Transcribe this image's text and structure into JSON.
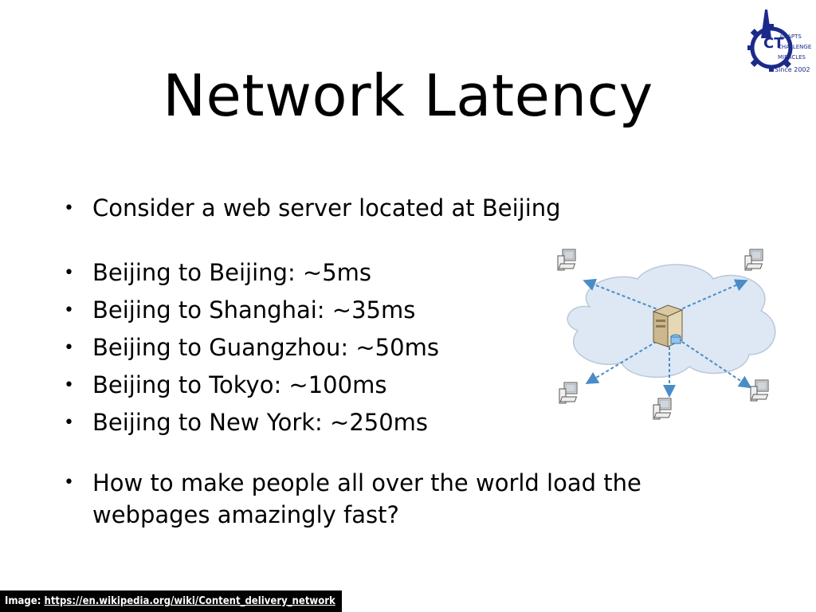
{
  "slide": {
    "title": "Network Latency",
    "bullet_intro": "Consider a web server located at Beijing",
    "latencies": [
      "Beijing to Beijing: ~5ms",
      "Beijing to Shanghai: ~35ms",
      "Beijing to Guangzhou: ~50ms",
      "Beijing to Tokyo: ~100ms",
      "Beijing to New York: ~250ms"
    ],
    "question_line1": "How to make people all over the world load the",
    "question_line2": "webpages amazingly fast?"
  },
  "logo": {
    "line1": "ADAPTS",
    "line2": "CHALLENGE",
    "line3": "MIRACLES",
    "line4": "Since 2002",
    "color": "#1b2a8a"
  },
  "credit": {
    "label": "Image:",
    "url": "https://en.wikipedia.org/wiki/Content_delivery_network"
  },
  "diagram": {
    "arrow_color": "#4a8cc7",
    "cloud_color": "#dde8f4"
  }
}
